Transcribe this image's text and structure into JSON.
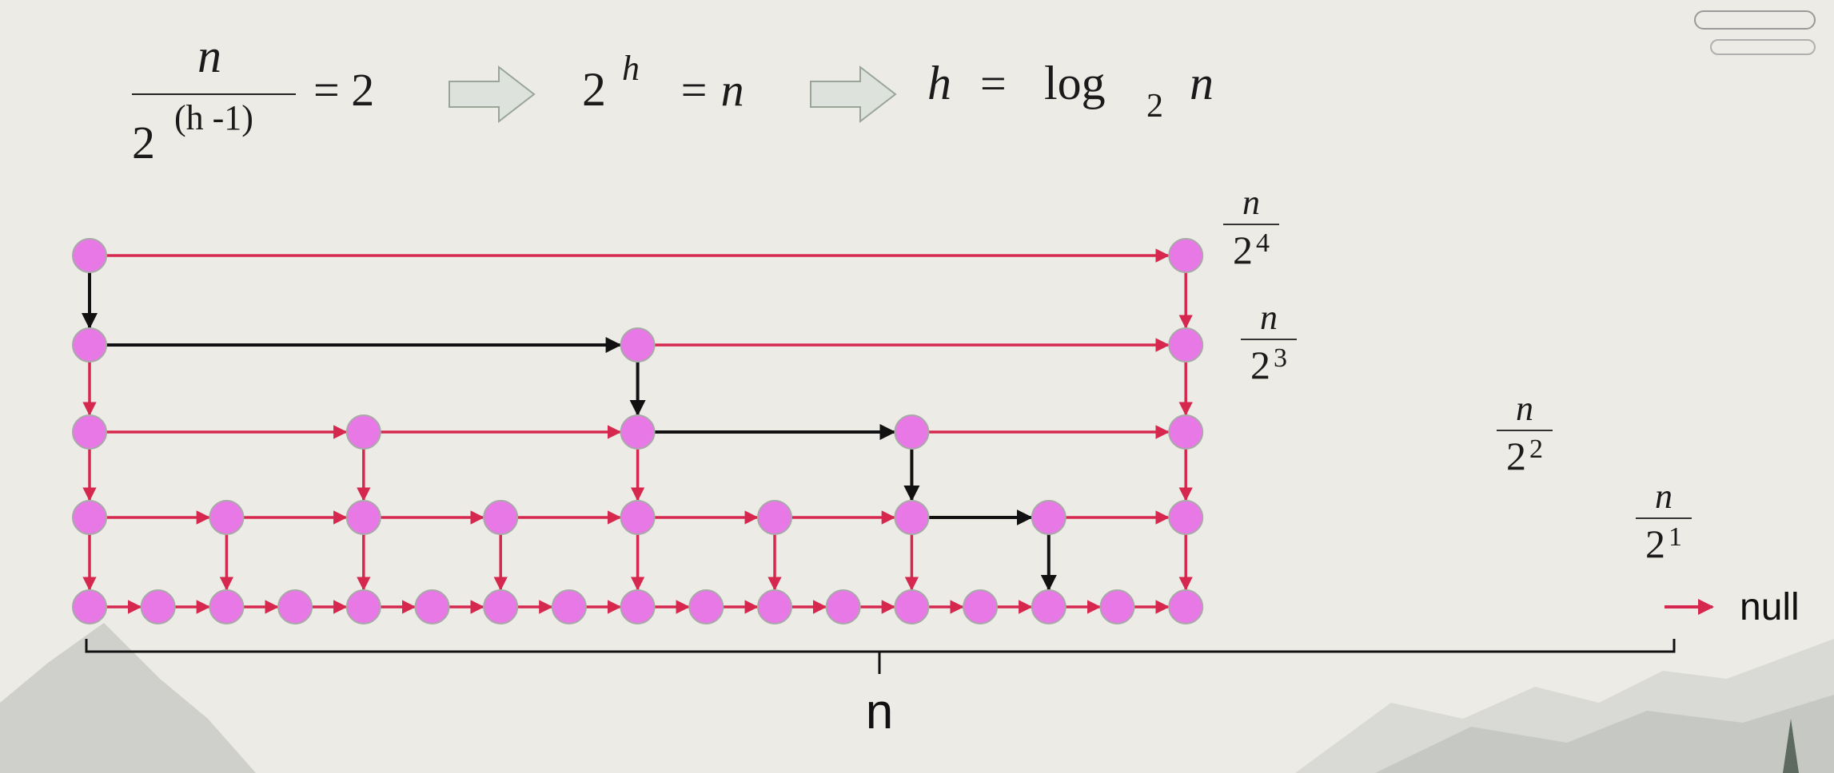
{
  "formula": {
    "frac_num": "n",
    "frac_den_base": "2",
    "frac_den_exp": "(h -1)",
    "eq1_rhs": "= 2",
    "step2_base": "2",
    "step2_exp": "h",
    "step2_rhs": "= n",
    "step3_lhs": "h",
    "step3_eq": "=",
    "step3_log": "log",
    "step3_sub": "2",
    "step3_var": "n"
  },
  "levels": [
    {
      "num": "n",
      "base": "2",
      "exp": "4"
    },
    {
      "num": "n",
      "base": "2",
      "exp": "3"
    },
    {
      "num": "n",
      "base": "2",
      "exp": "2"
    },
    {
      "num": "n",
      "base": "2",
      "exp": "1"
    }
  ],
  "null_label": "null",
  "brace_label": "n",
  "colors": {
    "node_fill": "#e878e6",
    "node_stroke": "#a8a8a8",
    "link": "#d6284f",
    "search_path": "#111111",
    "arrow_fill": "#dde2dc",
    "arrow_stroke": "#9aa59a"
  }
}
